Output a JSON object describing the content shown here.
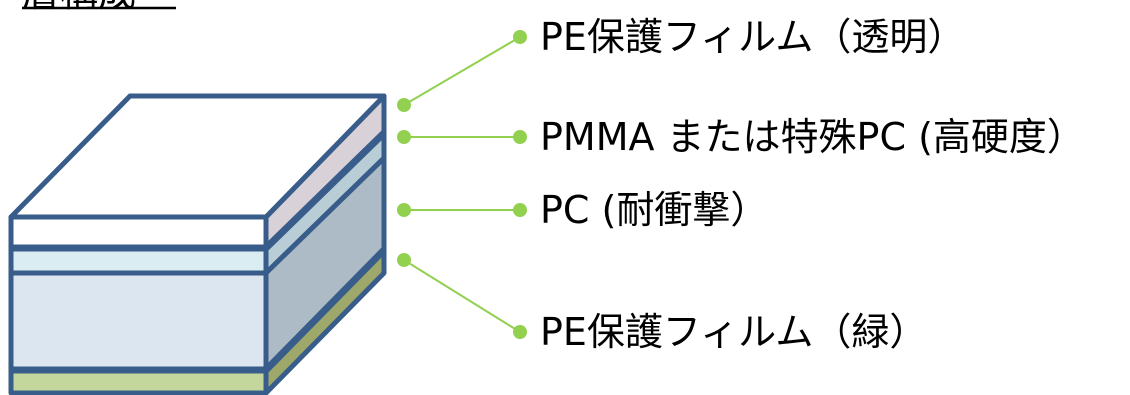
{
  "title": "層構成",
  "layers": [
    {
      "label": "PE保護フィルム（透明）",
      "color": "#d9d1d8"
    },
    {
      "label": "PMMA または特殊PC (高硬度）",
      "color": "#b9cdd6"
    },
    {
      "label": "PC (耐衝撃）",
      "color": "#adbbc6"
    },
    {
      "label": "PE保護フィルム（緑）",
      "color": "#9ea86b"
    }
  ],
  "colors": {
    "outline": "#385d8a",
    "leader": "#8cc548",
    "top_face": "#ffffff",
    "front_pmma": "#d9edf3",
    "front_pc": "#dce6f1",
    "front_green": "#c3d69b"
  }
}
